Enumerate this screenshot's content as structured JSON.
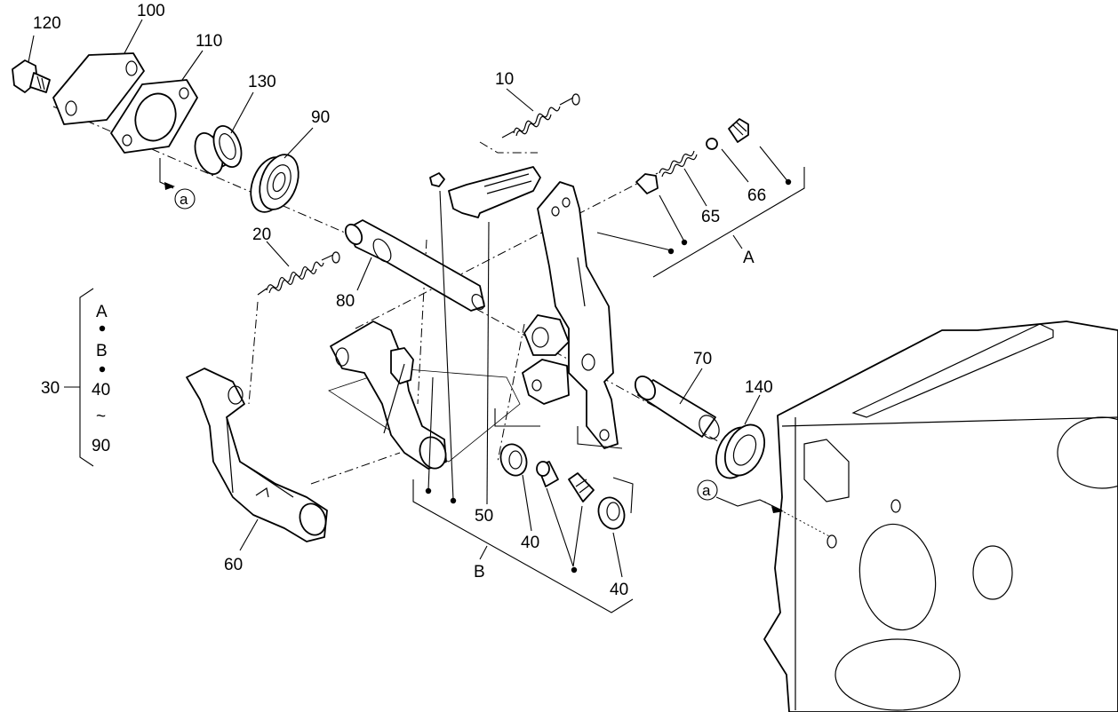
{
  "diagram": {
    "part_labels": {
      "p120": "120",
      "p100": "100",
      "p110": "110",
      "p130": "130",
      "p90": "90",
      "p10": "10",
      "p65": "65",
      "p66": "66",
      "p20": "20",
      "p80": "80",
      "p70": "70",
      "p140": "140",
      "p50": "50",
      "p60": "60",
      "p40a": "40",
      "p40b": "40",
      "p30": "30"
    },
    "group_labels": {
      "A": "A",
      "B": "B"
    },
    "ref_markers": {
      "a_left": "a",
      "a_right": "a"
    },
    "legend_30": {
      "line1": "A",
      "line2": "B",
      "line3": "40",
      "tilde": "~",
      "line4": "90"
    }
  }
}
